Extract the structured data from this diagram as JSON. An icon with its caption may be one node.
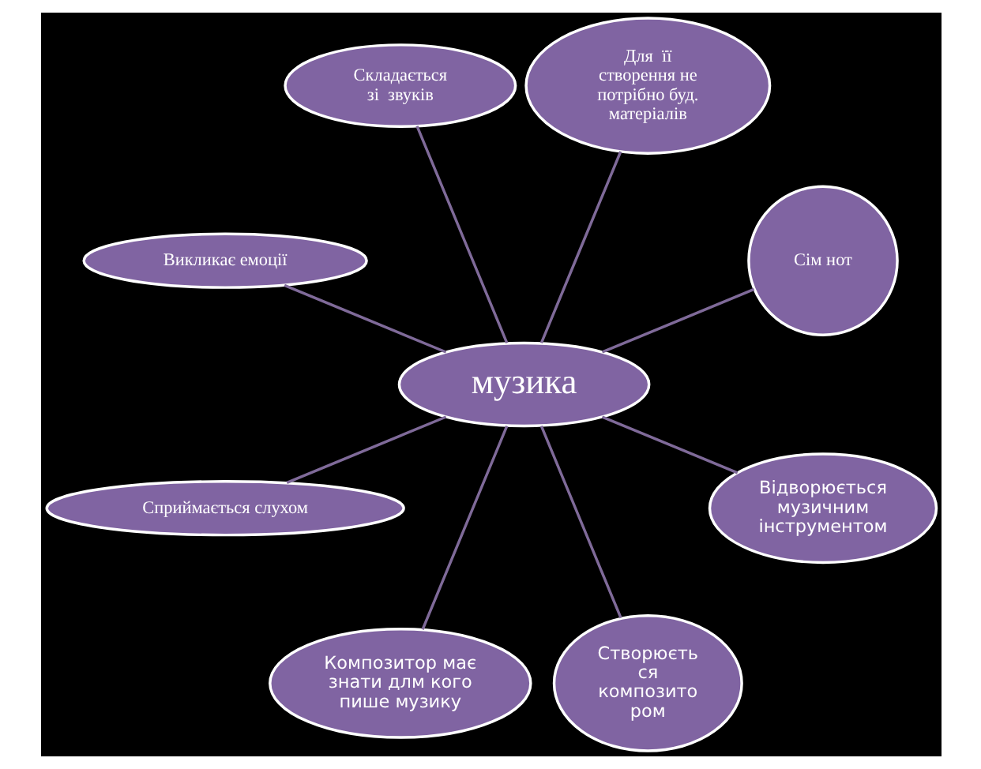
{
  "diagram": {
    "nodes": [
      {
        "text": [
          "Сім нот"
        ]
      },
      {
        "text": [
          "Для  її створення не потрібно буд. матеріалів"
        ]
      },
      {
        "text": [
          "Складається зі  звуків"
        ]
      },
      {
        "text": [
          "Викликає емоції"
        ]
      },
      {
        "text": [
          "музика"
        ]
      },
      {
        "text": [
          "Сприймається слухом"
        ]
      },
      {
        "text": [
          "Композитор має знати длм кого пише музику"
        ]
      },
      {
        "text": [
          "Створюєть ся композито ром"
        ]
      },
      {
        "text": [
          "Відворюється музичним інструментом"
        ]
      }
    ],
    "edges": [
      {
        "from": 4,
        "to": 0,
        "arrow": "none"
      },
      {
        "from": 4,
        "to": 1,
        "arrow": "none"
      },
      {
        "from": 4,
        "to": 2,
        "arrow": "none"
      },
      {
        "from": 4,
        "to": 3,
        "arrow": "none"
      },
      {
        "from": 4,
        "to": 5,
        "arrow": "none"
      },
      {
        "from": 4,
        "to": 6,
        "arrow": "none"
      },
      {
        "from": 4,
        "to": 7,
        "arrow": "none"
      },
      {
        "from": 4,
        "to": 8,
        "arrow": "none"
      }
    ]
  }
}
